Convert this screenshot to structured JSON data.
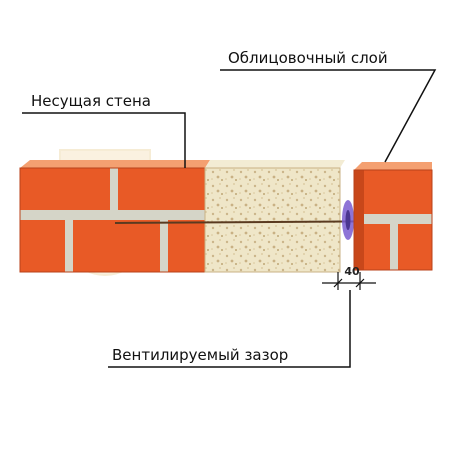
{
  "labels": {
    "facing_layer": "Облицовочный слой",
    "bearing_wall": "Несущая стена",
    "ventilated_gap": "Вентилируемый зазор",
    "gap_dimension": "40"
  },
  "colors": {
    "brick_front": "#e85a26",
    "brick_top": "#f4a071",
    "brick_side": "#c8471a",
    "mortar": "#d5d5c8",
    "insulation": "#efe6c8",
    "insulation_speckle": "#cbb58a",
    "anchor": "#7a5cd0",
    "leader_line": "#111111",
    "watermark": "#f2d9a8"
  }
}
